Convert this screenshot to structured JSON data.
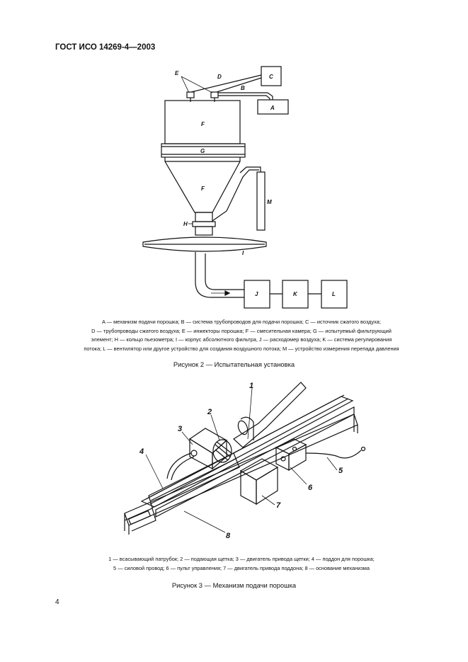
{
  "header": {
    "title": "ГОСТ ИСО 14269-4—2003"
  },
  "figure2": {
    "labels": {
      "A": "A",
      "B": "B",
      "C": "C",
      "D": "D",
      "E": "E",
      "F": "F",
      "G": "G",
      "H": "H",
      "I": "I",
      "J": "J",
      "K": "K",
      "L": "L",
      "M": "M"
    },
    "legend": [
      "A — механизм подачи порошка; B — система трубопроводов для подачи порошка; C — источник сжатого воздуха;",
      "D — трубопроводы сжатого воздуха; E — инжекторы порошка; F — смесительная камера; G — испытуемый фильтрующий",
      "элемент; H — кольцо пьезометра; I — корпус абсолютного фильтра, J — расходомер воздуха; K — система регулирования",
      "потока; L — вентилятор или другое устройство для создания воздушного потока; M — устройство измерения перепада давления"
    ],
    "caption": "Рисунок 2 — Испытательная установка"
  },
  "figure3": {
    "labels": {
      "n1": "1",
      "n2": "2",
      "n3": "3",
      "n4": "4",
      "n5": "5",
      "n6": "6",
      "n7": "7",
      "n8": "8"
    },
    "legend": [
      "1 — всасывающий патрубок; 2 — подающая щетка; 3 — двигатель привода щетки; 4 — поддон для порошка;",
      "5 — силовой провод; 6 — пульт управления; 7 — двигатель привода поддона; 8 — основание механизма"
    ],
    "caption": "Рисунок 3 — Механизм подачи порошка"
  },
  "page": {
    "number": "4"
  }
}
